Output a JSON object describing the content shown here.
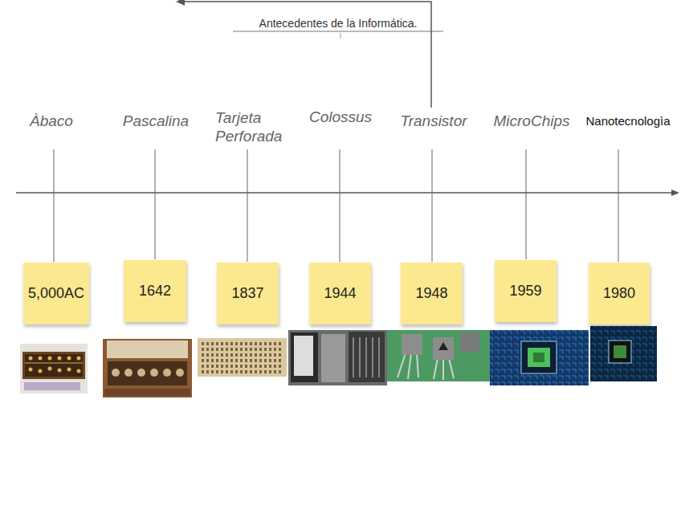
{
  "diagram": {
    "title": "Antecedentes de la Informática.",
    "nodes": [
      {
        "text": [
          "5,000AC"
        ]
      },
      {
        "text": [
          "1642"
        ]
      },
      {
        "text": [
          "1837"
        ]
      },
      {
        "text": [
          "1944"
        ]
      },
      {
        "text": [
          "1948"
        ]
      },
      {
        "text": [
          "1959"
        ]
      },
      {
        "text": [
          "1980"
        ]
      }
    ],
    "labels": [
      "Àbaco",
      "Pascalina",
      "Tarjeta Perforada",
      "Colossus",
      "Transistor",
      "MicroChips",
      "Nanotecnologìa"
    ]
  }
}
